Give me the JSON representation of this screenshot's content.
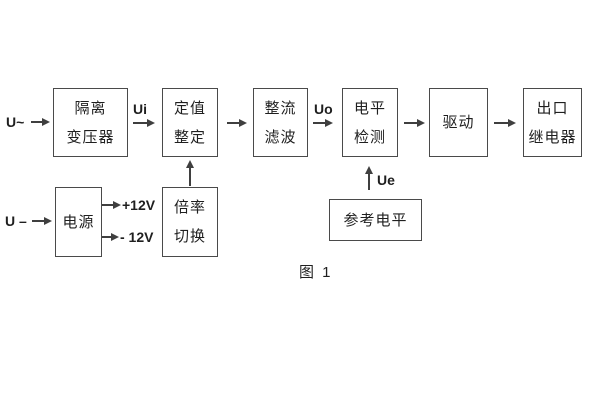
{
  "diagram": {
    "caption": "图 1",
    "blocks": {
      "isolation_transformer": {
        "line1": "隔离",
        "line2": "变压器"
      },
      "value_setting": {
        "line1": "定值",
        "line2": "整定"
      },
      "rectify_filter": {
        "line1": "整流",
        "line2": "滤波"
      },
      "level_detect": {
        "line1": "电平",
        "line2": "检测"
      },
      "drive": {
        "label": "驱动"
      },
      "output_relay": {
        "line1": "出口",
        "line2": "继电器"
      },
      "power_supply": {
        "label": "电源"
      },
      "ratio_switch": {
        "line1": "倍率",
        "line2": "切换"
      },
      "reference_level": {
        "label": "参考电平"
      }
    },
    "signals": {
      "ac_input": "U~",
      "dc_input": "U –",
      "ui": "Ui",
      "uo": "Uo",
      "ue": "Ue",
      "plus_12v": "+12V",
      "minus_12v": "- 12V"
    },
    "colors": {
      "line": "#3f3f3f",
      "border": "#4a4a4a",
      "text": "#1f1f1f",
      "background": "#ffffff"
    }
  }
}
